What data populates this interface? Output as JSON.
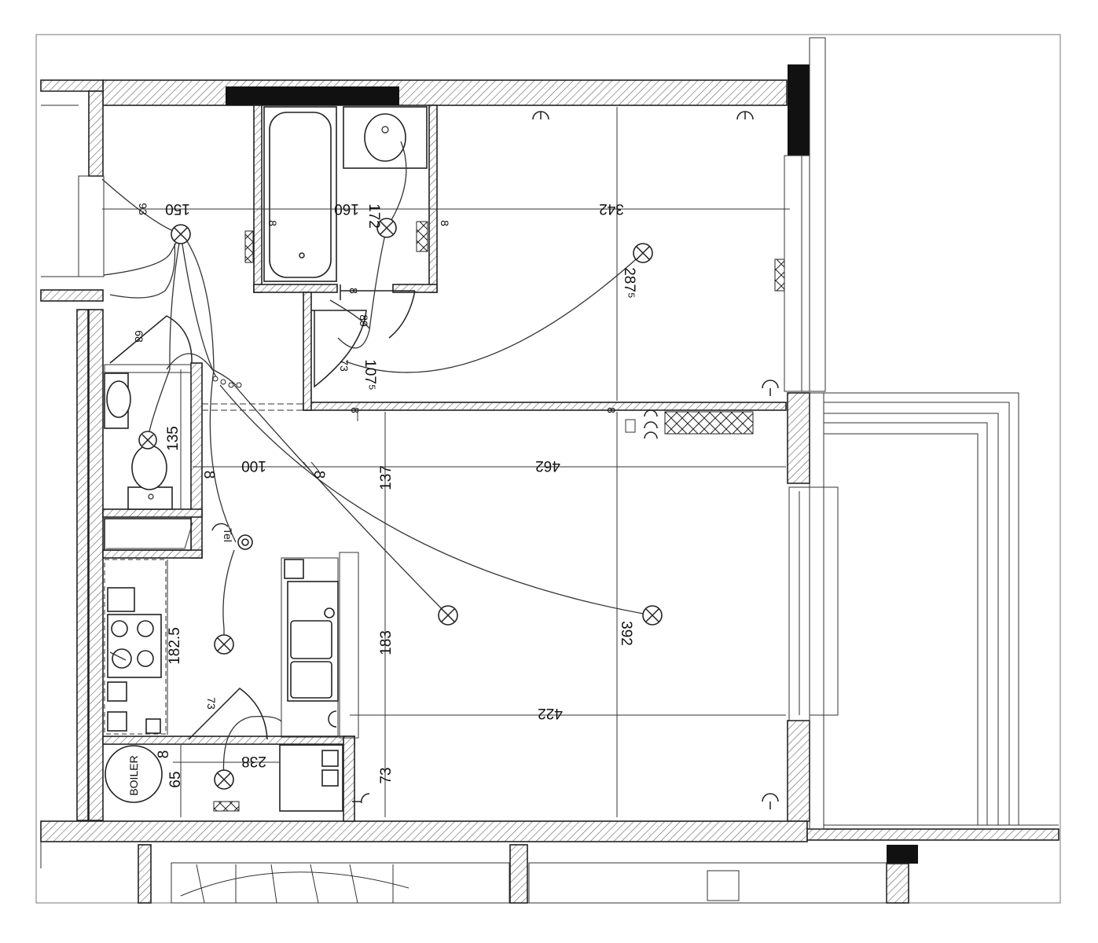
{
  "dimensions": {
    "bath_w": "150",
    "bath_tub": "160",
    "bath_h": "172",
    "bed_w": "342",
    "bed_h": "287⁵",
    "door_small": "93",
    "corridor_h": "107⁵",
    "door_73a": "73",
    "door_89": "89",
    "wc_door": "68",
    "wc_h": "135",
    "wc_wall": "8",
    "mid_100": "100",
    "mid_8": "8",
    "living_w": "462",
    "living_137": "137",
    "kitchen_h": "182.5",
    "living_183": "183",
    "living_392": "392",
    "living_422": "422",
    "kitchen_door": "73",
    "boiler_8": "8",
    "boiler_65": "65",
    "boiler_238": "238",
    "bottom_73": "73",
    "wall_8a": "8",
    "wall_8b": "8",
    "wall_8c": "8",
    "wall_8d": "8",
    "wall_8e": "8"
  },
  "labels": {
    "boiler": "BOILER",
    "tel": "Tel"
  }
}
